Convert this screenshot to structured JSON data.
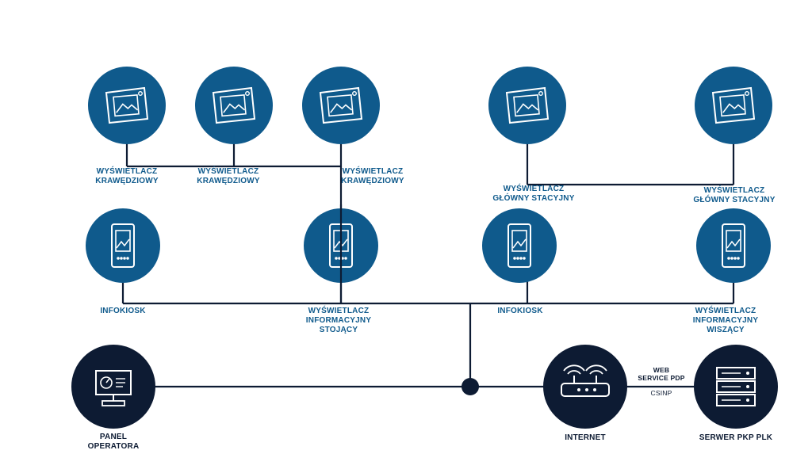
{
  "colors": {
    "node_blue": "#0f5a8c",
    "node_dark": "#0d1b33",
    "line": "#0d1b33",
    "label_blue": "#0f5a8c",
    "label_dark": "#0d1b33"
  },
  "labels": {
    "edge_display_1": "WYŚWIETLACZ\nKRAWĘDZIOWY",
    "edge_display_2": "WYŚWIETLACZ\nKRAWĘDZIOWY",
    "edge_display_3": "WYŚWIETLACZ\nKRAWĘDZIOWY",
    "main_station_display_1": "WYŚWIETLACZ\nGŁÓWNY STACYJNY",
    "main_station_display_2": "WYŚWIETLACZ\nGŁÓWNY STACYJNY",
    "infokiosk_1": "INFOKIOSK",
    "standing_info_display": "WYŚWIETLACZ\nINFORMACYJNY\nSTOJĄCY",
    "infokiosk_2": "INFOKIOSK",
    "hanging_info_display": "WYŚWIETLACZ\nINFORMACYJNY\nWISZĄCY",
    "operator_panel": "PANEL\nOPERATORA",
    "internet": "INTERNET",
    "server": "SERWER PKP PLK",
    "link_web_service": "WEB\nSERVICE PDP",
    "link_csinp": "CSINP"
  },
  "icons": {
    "display": "picture-frame-icon",
    "kiosk": "kiosk-icon",
    "operator": "monitor-gauge-icon",
    "internet": "router-icon",
    "server": "server-rack-icon"
  }
}
